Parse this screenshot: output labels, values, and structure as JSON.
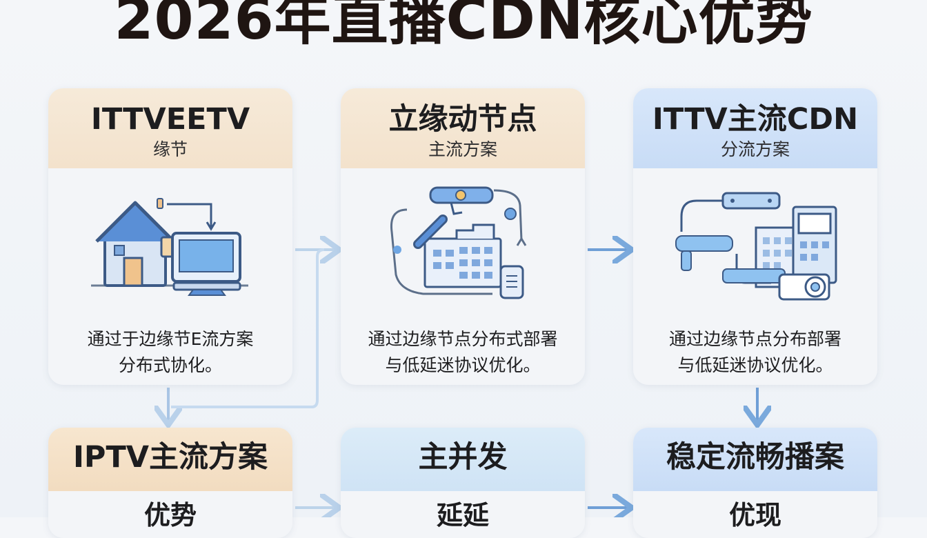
{
  "title": "2026年直播CDN核心优势",
  "cards_top": [
    {
      "title": "ITTVEETV",
      "subtitle": "缘节",
      "desc_line1": "通过于边缘节E流方案",
      "desc_line2": "分布式协化。",
      "illustration": "house-computer-illustration"
    },
    {
      "title": "立缘动节点",
      "subtitle": "主流方案",
      "desc_line1": "通过边缘节点分布式部署",
      "desc_line2": "与低延迷协议优化。",
      "illustration": "node-network-illustration"
    },
    {
      "title": "ITTV主流CDN",
      "subtitle": "分流方案",
      "desc_line1": "通过边缘节点分布部署",
      "desc_line2": "与低延迷协议优化。",
      "illustration": "server-pipeline-illustration"
    }
  ],
  "cards_bottom": [
    {
      "title": "IPTV主流方案",
      "sub": "优势"
    },
    {
      "title": "主并发",
      "sub": "延延"
    },
    {
      "title": "稳定流畅播案",
      "sub": "优现"
    }
  ],
  "colors": {
    "accent_blue": "#4a90d9",
    "arrow_blue": "#7aa9dc",
    "header_peach": "#f3e2cc",
    "header_blue": "#c8dcf6"
  }
}
